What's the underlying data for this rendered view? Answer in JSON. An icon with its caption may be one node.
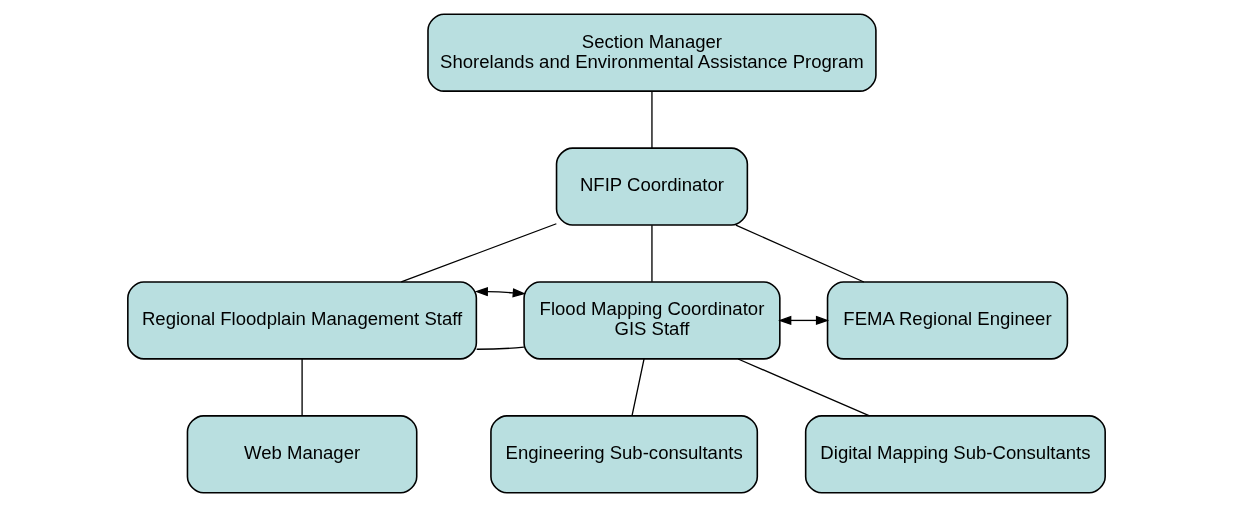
{
  "diagram": {
    "nodes": [
      {
        "text": [
          "Section Manager",
          "Shorelands and Environmental Assistance Program"
        ]
      },
      {
        "text": [
          "NFIP Coordinator"
        ]
      },
      {
        "text": [
          "Regional Floodplain Management Staff"
        ]
      },
      {
        "text": [
          "Flood Mapping Coordinator",
          "GIS Staff"
        ]
      },
      {
        "text": [
          "FEMA Regional Engineer"
        ]
      },
      {
        "text": [
          "Web Manager"
        ]
      },
      {
        "text": [
          "Engineering Sub-consultants"
        ]
      },
      {
        "text": [
          "Digital Mapping Sub-Consultants"
        ]
      }
    ],
    "edges": [
      {
        "from": 0,
        "to": 1,
        "arrow": "none"
      },
      {
        "from": 1,
        "to": 2,
        "arrow": "none"
      },
      {
        "from": 1,
        "to": 3,
        "arrow": "none"
      },
      {
        "from": 1,
        "to": 4,
        "arrow": "none"
      },
      {
        "from": 2,
        "to": 3,
        "arrow": "none"
      },
      {
        "from": 2,
        "to": 3,
        "arrow": "both"
      },
      {
        "from": 3,
        "to": 4,
        "arrow": "both"
      },
      {
        "from": 2,
        "to": 5,
        "arrow": "none"
      },
      {
        "from": 3,
        "to": 6,
        "arrow": "none"
      },
      {
        "from": 3,
        "to": 7,
        "arrow": "none"
      }
    ]
  }
}
